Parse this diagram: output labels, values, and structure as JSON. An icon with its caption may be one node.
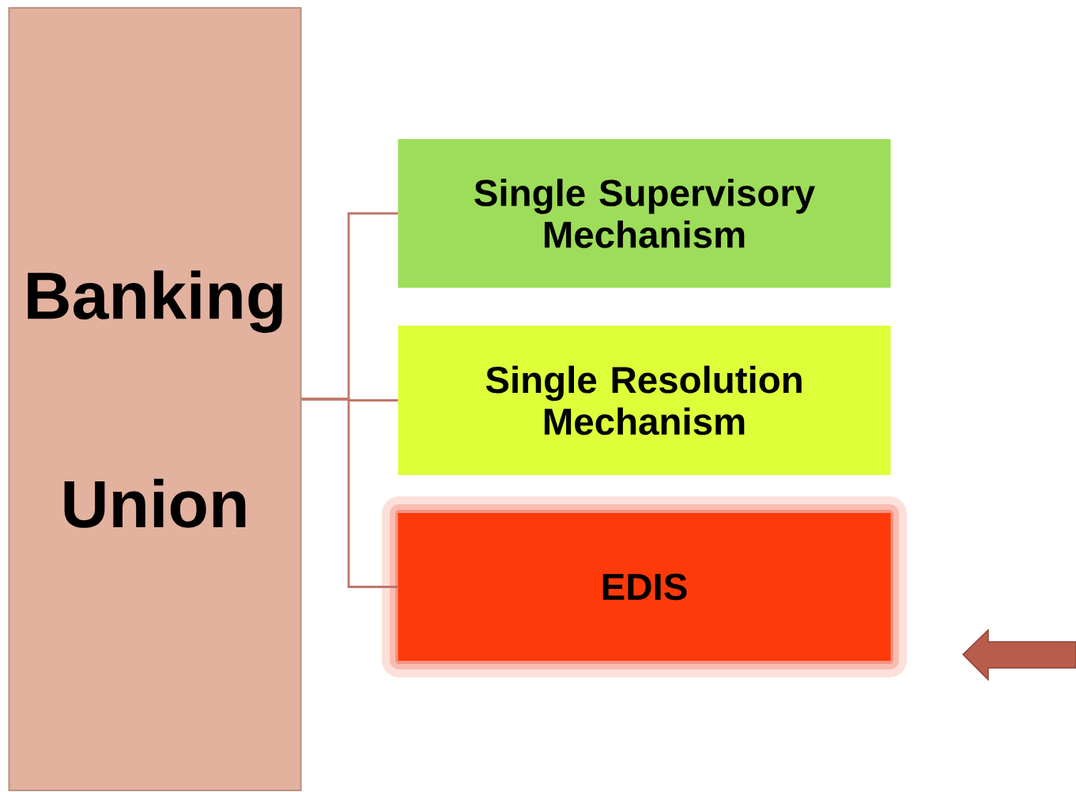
{
  "diagram": {
    "nodes": [
      {
        "text": [
          "Banking Union"
        ]
      },
      {
        "text": [
          "Single Supervisory Mechanism"
        ]
      },
      {
        "text": [
          "Single Resolution Mechanism"
        ]
      },
      {
        "text": [
          "EDIS"
        ]
      }
    ],
    "edges": [
      {
        "from": 0,
        "to": 1,
        "arrow": "none"
      },
      {
        "from": 0,
        "to": 2,
        "arrow": "none"
      },
      {
        "from": 0,
        "to": 3,
        "arrow": "none"
      }
    ]
  }
}
